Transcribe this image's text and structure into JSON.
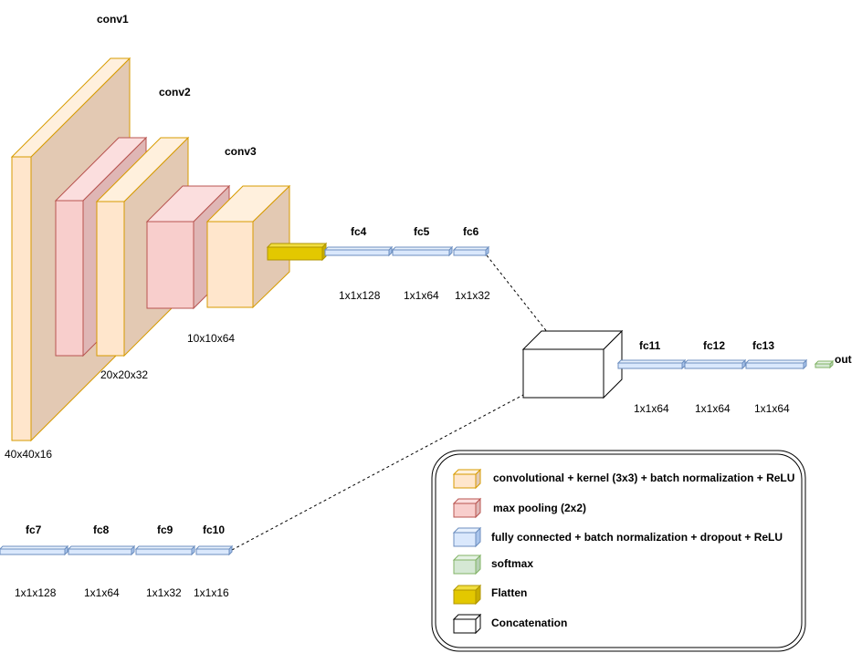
{
  "colors": {
    "conv": {
      "front": "#ffe6cc",
      "side": "#e3c9b3",
      "top": "#fff0dd",
      "stroke": "#d79b00"
    },
    "pool": {
      "front": "#f8cecc",
      "side": "#dfb6b5",
      "top": "#fbdede",
      "stroke": "#b85450"
    },
    "fc": {
      "front": "#dae8fc",
      "side": "#a9c4eb",
      "top": "#e8f1fd",
      "stroke": "#6c8ebf"
    },
    "softmax": {
      "front": "#d5e8d4",
      "side": "#b5d0b3",
      "top": "#e5f2e4",
      "stroke": "#82b366"
    },
    "flatten": {
      "front": "#e3c800",
      "side": "#c7ae00",
      "top": "#f1de40",
      "stroke": "#b09500"
    },
    "concat": {
      "front": "#ffffff",
      "side": "#ffffff",
      "top": "#ffffff",
      "stroke": "#000000"
    }
  },
  "blocks": {
    "conv1": {
      "name": "conv1",
      "size": "40x40x16"
    },
    "conv2": {
      "name": "conv2",
      "size": "20x20x32"
    },
    "conv3": {
      "name": "conv3",
      "size": "10x10x64"
    },
    "fc4": {
      "name": "fc4",
      "size": "1x1x128"
    },
    "fc5": {
      "name": "fc5",
      "size": "1x1x64"
    },
    "fc6": {
      "name": "fc6",
      "size": "1x1x32"
    },
    "fc7": {
      "name": "fc7",
      "size": "1x1x128"
    },
    "fc8": {
      "name": "fc8",
      "size": "1x1x64"
    },
    "fc9": {
      "name": "fc9",
      "size": "1x1x32"
    },
    "fc10": {
      "name": "fc10",
      "size": "1x1x16"
    },
    "fc11": {
      "name": "fc11",
      "size": "1x1x64"
    },
    "fc12": {
      "name": "fc12",
      "size": "1x1x64"
    },
    "fc13": {
      "name": "fc13",
      "size": "1x1x64"
    },
    "out": {
      "name": "out"
    }
  },
  "legend": [
    {
      "label": "convolutional + kernel (3x3) + batch normalization + ReLU",
      "kind": "conv"
    },
    {
      "label": "max pooling (2x2)",
      "kind": "pool"
    },
    {
      "label": "fully connected + batch normalization + dropout + ReLU",
      "kind": "fc"
    },
    {
      "label": "softmax",
      "kind": "softmax"
    },
    {
      "label": "Flatten",
      "kind": "flatten"
    },
    {
      "label": "Concatenation",
      "kind": "concat"
    }
  ]
}
